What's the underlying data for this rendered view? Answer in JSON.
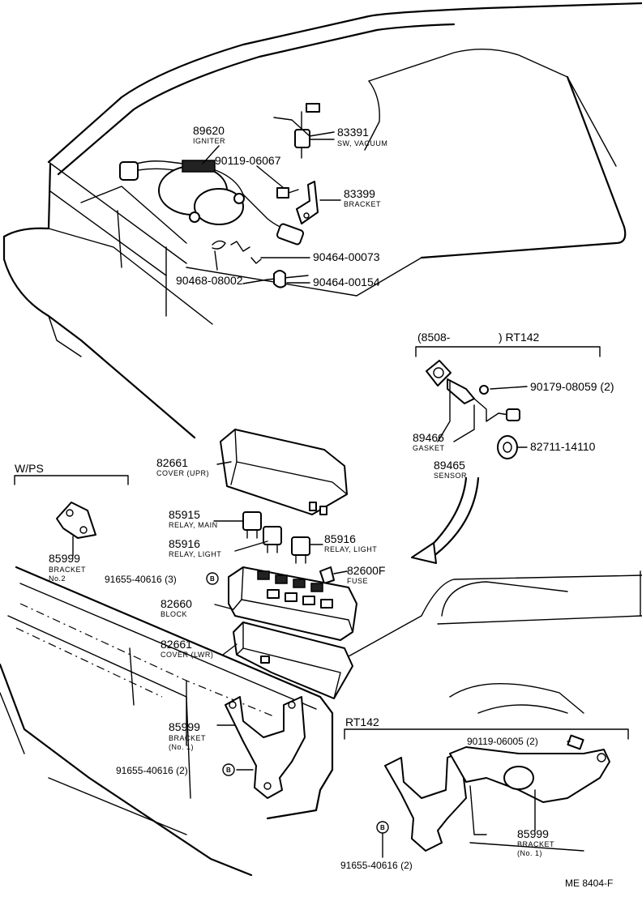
{
  "parts": {
    "p89620": {
      "num": "89620",
      "name": "IGNITER"
    },
    "p83391": {
      "num": "83391",
      "name": "SW, VACUUM"
    },
    "p90119a": {
      "num": "90119-06067"
    },
    "p83399": {
      "num": "83399",
      "name": "BRACKET"
    },
    "p90464a": {
      "num": "90464-00073"
    },
    "p90468": {
      "num": "90468-08002"
    },
    "p90464b": {
      "num": "90464-00154"
    },
    "p90179": {
      "num": "90179-08059 (2)"
    },
    "p89466": {
      "num": "89466",
      "name": "GASKET"
    },
    "p89465": {
      "num": "89465",
      "name": "SENSOR"
    },
    "p82711": {
      "num": "82711-14110"
    },
    "p82661u": {
      "num": "82661",
      "name": "COVER (UPR)"
    },
    "p85915": {
      "num": "85915",
      "name": "RELAY, MAIN"
    },
    "p85916a": {
      "num": "85916",
      "name": "RELAY, LIGHT"
    },
    "p85916b": {
      "num": "85916",
      "name": "RELAY, LIGHT"
    },
    "p85999a": {
      "num": "85999",
      "name": "BRACKET",
      "note": "No.2"
    },
    "p91655a": {
      "num": "91655-40616 (3)"
    },
    "p82600": {
      "num": "82600F",
      "name": "FUSE"
    },
    "p82660": {
      "num": "82660",
      "name": "BLOCK"
    },
    "p82661l": {
      "num": "82661",
      "name": "COVER (LWR)"
    },
    "p85999b": {
      "num": "85999",
      "name": "BRACKET",
      "note": "(No. 1)"
    },
    "p91655b": {
      "num": "91655-40616 (2)"
    },
    "p90119b": {
      "num": "90119-06005 (2)"
    },
    "p85999c": {
      "num": "85999",
      "name": "BRACKET",
      "note": "(No. 1)"
    },
    "p91655c": {
      "num": "91655-40616 (2)"
    }
  },
  "groups": {
    "sensor_range": "(8508-",
    "sensor_model": ") RT142",
    "wps": "W/PS",
    "rt142": "RT142"
  },
  "callout": "B",
  "footer": "ME 8404-F"
}
